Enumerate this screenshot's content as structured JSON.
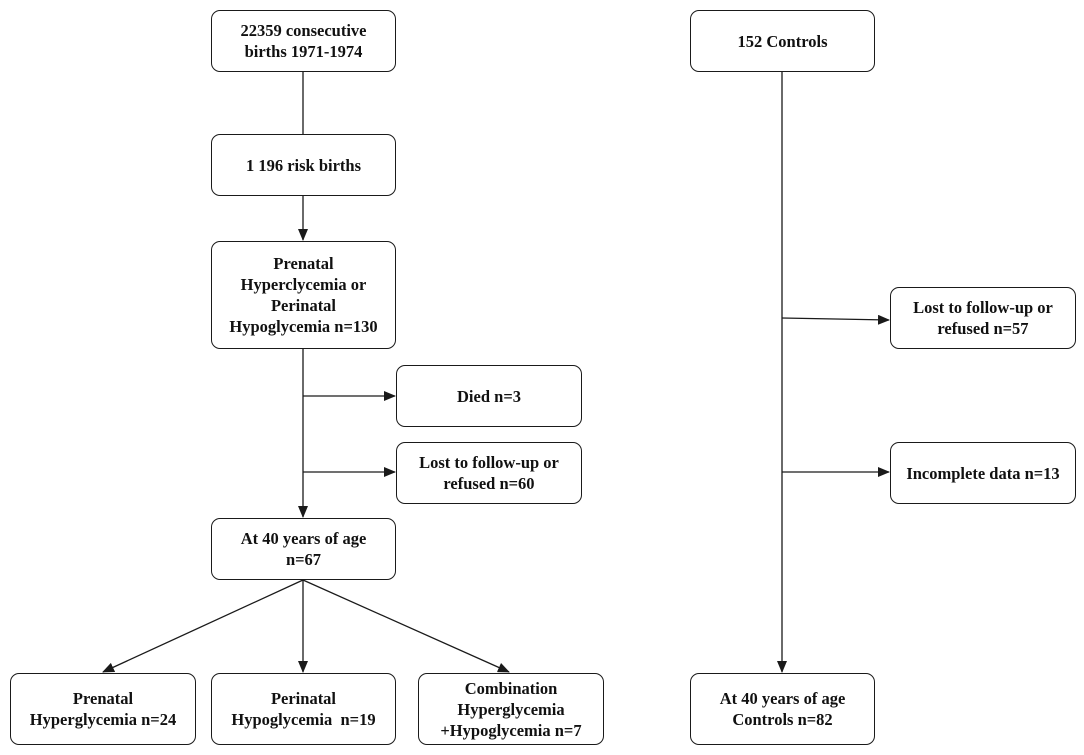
{
  "colors": {
    "line": "#1a1a1a",
    "box_border": "#1a1a1a",
    "background": "#ffffff",
    "text": "#111111"
  },
  "nodes": {
    "births": {
      "lines": [
        "22359 consecutive",
        "births 1971-1974"
      ]
    },
    "risk": {
      "lines": [
        "1 196 risk births"
      ]
    },
    "prenatal_perinatal": {
      "lines": [
        "Prenatal",
        "Hyperclycemia or",
        "Perinatal",
        "Hypoglycemia n=130"
      ]
    },
    "died": {
      "lines": [
        "Died n=3"
      ]
    },
    "lost_left": {
      "lines": [
        "Lost to follow-up or",
        "refused n=60"
      ]
    },
    "age40_left": {
      "lines": [
        "At 40 years of age",
        "n=67"
      ]
    },
    "prenatal_hyper": {
      "lines": [
        "Prenatal",
        "Hyperglycemia n=24"
      ]
    },
    "perinatal_hypo": {
      "lines": [
        "Perinatal",
        "Hypoglycemia  n=19"
      ]
    },
    "combination": {
      "lines": [
        "Combination",
        "Hyperglycemia",
        "+Hypoglycemia n=7"
      ]
    },
    "controls": {
      "lines": [
        "152 Controls"
      ]
    },
    "lost_right": {
      "lines": [
        "Lost to follow-up or",
        "refused n=57"
      ]
    },
    "incomplete": {
      "lines": [
        "Incomplete data n=13"
      ]
    },
    "age40_right": {
      "lines": [
        "At 40 years of age",
        "Controls n=82"
      ]
    }
  }
}
